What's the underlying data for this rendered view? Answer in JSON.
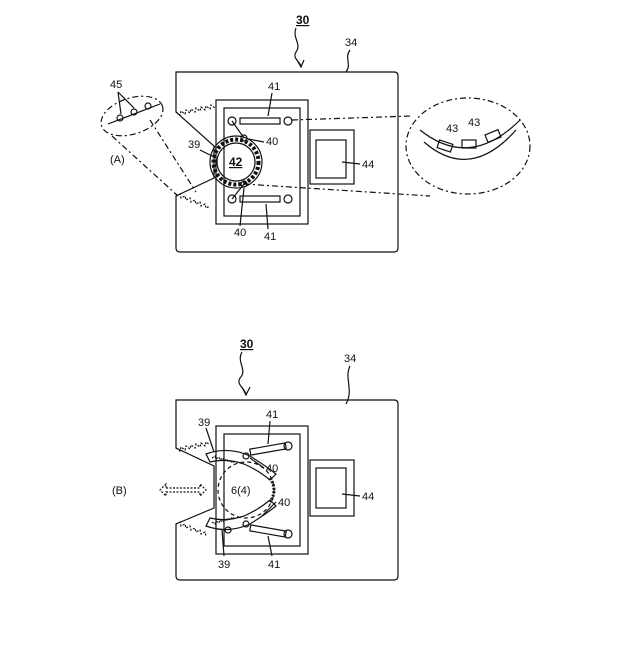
{
  "figure_a": {
    "panel_label": "(A)",
    "ref_30": "30",
    "ref_34": "34",
    "ref_45": "45",
    "ref_41_top": "41",
    "ref_41_bottom": "41",
    "ref_40_top": "40",
    "ref_40_bottom": "40",
    "ref_39": "39",
    "ref_42": "42",
    "ref_44": "44",
    "ref_43_left": "43",
    "ref_43_right": "43"
  },
  "figure_b": {
    "panel_label": "(B)",
    "ref_30": "30",
    "ref_34": "34",
    "ref_39_top": "39",
    "ref_39_bottom": "39",
    "ref_41_top": "41",
    "ref_41_bottom": "41",
    "ref_40_top": "40",
    "ref_40_mid": "40",
    "ref_44": "44",
    "ref_workpiece": "6(4)"
  }
}
